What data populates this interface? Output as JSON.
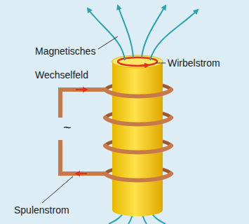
{
  "diagram": {
    "labels": [
      "Magnetisches Wechselfeld",
      "Wirbelstrom",
      "Spulenstrom",
      "~"
    ]
  }
}
